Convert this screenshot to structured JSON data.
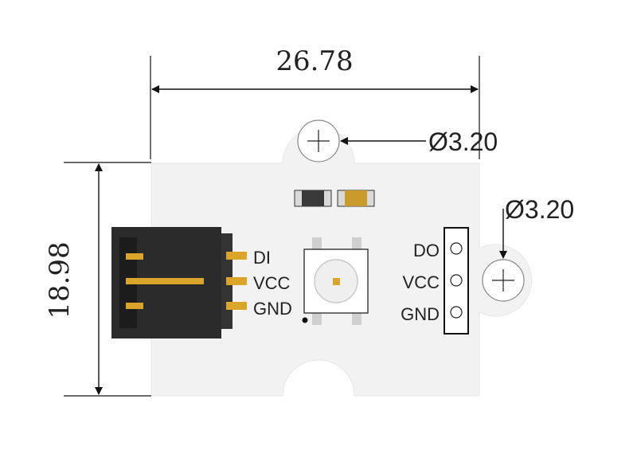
{
  "dimensions": {
    "width": "26.78",
    "height": "18.98",
    "hole_top": "Ø3.20",
    "hole_right": "Ø3.20"
  },
  "left_pins": [
    "DI",
    "VCC",
    "GND"
  ],
  "right_pins": [
    "DO",
    "VCC",
    "GND"
  ],
  "colors": {
    "board": "#f2f2f2",
    "gold": "#d9a62b",
    "connector": "#2b2b2b",
    "resistor_dark": "#3a3a3a",
    "capacitor": "#c99a2c"
  }
}
